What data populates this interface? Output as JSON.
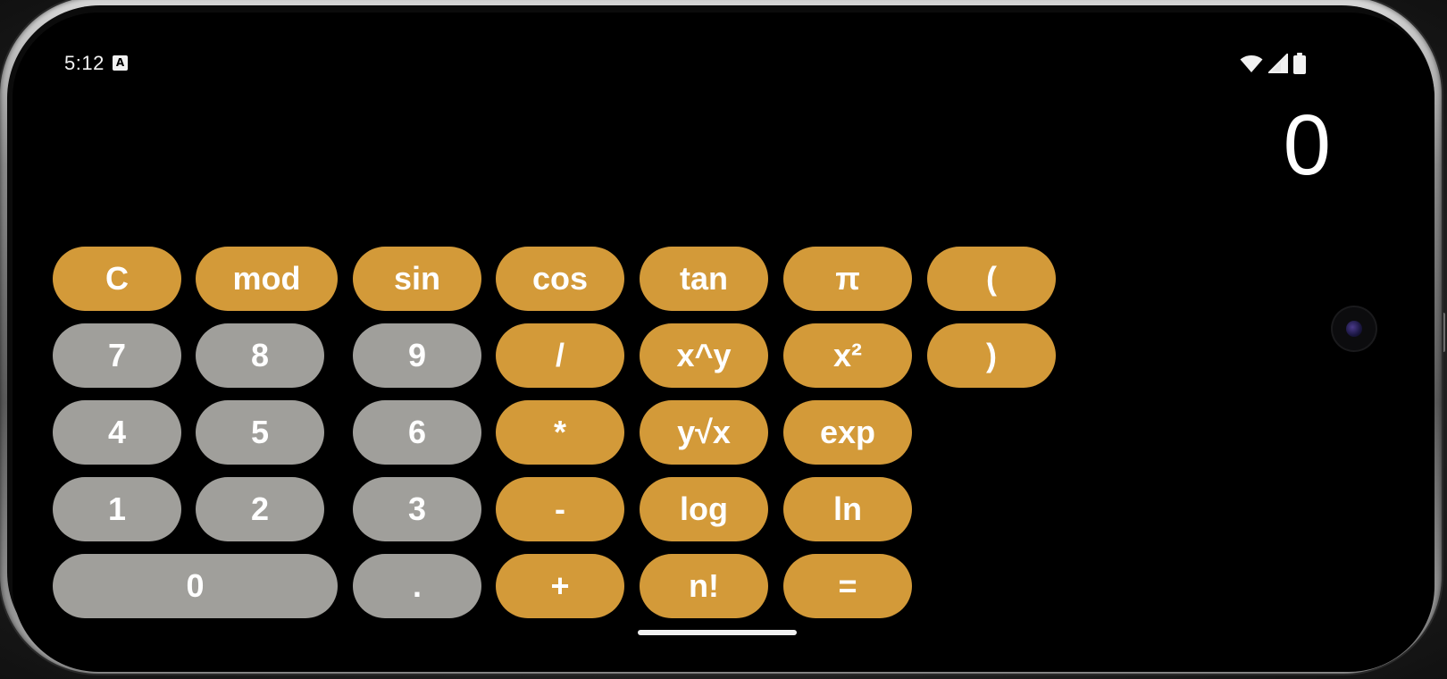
{
  "status_bar": {
    "time": "5:12",
    "notification_icon": "A",
    "icons": [
      "wifi-icon",
      "cell-signal-icon",
      "battery-icon"
    ]
  },
  "display": {
    "value": "0"
  },
  "keypad": {
    "row1": [
      "C",
      "mod",
      "sin",
      "cos",
      "tan",
      "π",
      "("
    ],
    "row2": [
      "7",
      "8",
      "9",
      "/",
      "x^y",
      "x²",
      ")"
    ],
    "row3": [
      "4",
      "5",
      "6",
      "*",
      "y√x",
      "exp"
    ],
    "row4": [
      "1",
      "2",
      "3",
      "-",
      "log",
      "ln"
    ],
    "row5": [
      "0",
      ".",
      "+",
      "n!",
      "="
    ]
  },
  "colors": {
    "operator_button": "#d39a39",
    "number_button": "#a09f9b",
    "background": "#000000",
    "text": "#ffffff"
  }
}
